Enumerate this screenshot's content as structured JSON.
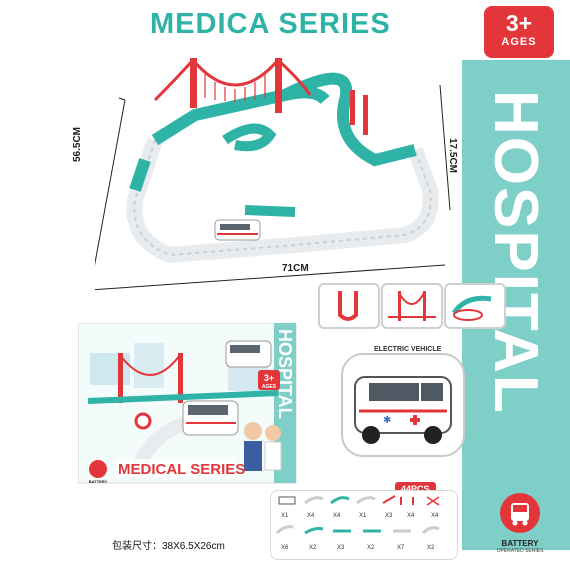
{
  "header": {
    "title": "MEDICA SERIES"
  },
  "age_badge": {
    "value": "3+",
    "label": "AGES"
  },
  "side_banner": {
    "text": "HOSPITAL"
  },
  "dimensions": {
    "width": "71CM",
    "depth": "56.5CM",
    "height": "17.5CM"
  },
  "box": {
    "series": "MEDICAL SERIES",
    "side_text": "HOSPITAL",
    "age_value": "3+",
    "age_label": "AGES",
    "battery": "BATTERY"
  },
  "vehicle_panel": {
    "label": "ELECTRIC VEHICLE"
  },
  "parts": {
    "count_badge": "44PCS",
    "row1": [
      "X1",
      "X4",
      "X4",
      "X1",
      "X3",
      "X4",
      "X4"
    ],
    "row2": [
      "X6",
      "X2",
      "X3",
      "X2",
      "X7",
      "X2"
    ]
  },
  "package": {
    "size_text": "包装尺寸：38X6.5X26cm"
  },
  "battery_badge": {
    "line1": "BATTERY",
    "line2": "OPERATED SERIES"
  },
  "colors": {
    "teal": "#2fb3a7",
    "red": "#e3363b",
    "light_teal": "#7fcfc9"
  }
}
